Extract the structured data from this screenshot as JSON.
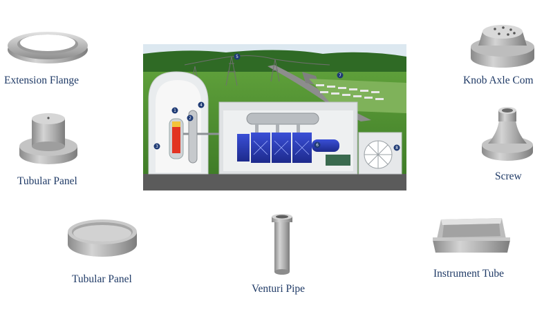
{
  "parts": [
    {
      "id": "extension-flange",
      "label": "Extension Flange"
    },
    {
      "id": "knob-axle-com",
      "label": "Knob Axle Com"
    },
    {
      "id": "tubular-panel-1",
      "label": "Tubular Panel"
    },
    {
      "id": "screw",
      "label": "Screw"
    },
    {
      "id": "tubular-panel-2",
      "label": "Tubular Panel"
    },
    {
      "id": "venturi-pipe",
      "label": "Venturi Pipe"
    },
    {
      "id": "instrument-tube",
      "label": "Instrument Tube"
    }
  ],
  "plant": {
    "callouts": [
      "1",
      "2",
      "3",
      "4",
      "5",
      "6",
      "7",
      "8"
    ]
  }
}
